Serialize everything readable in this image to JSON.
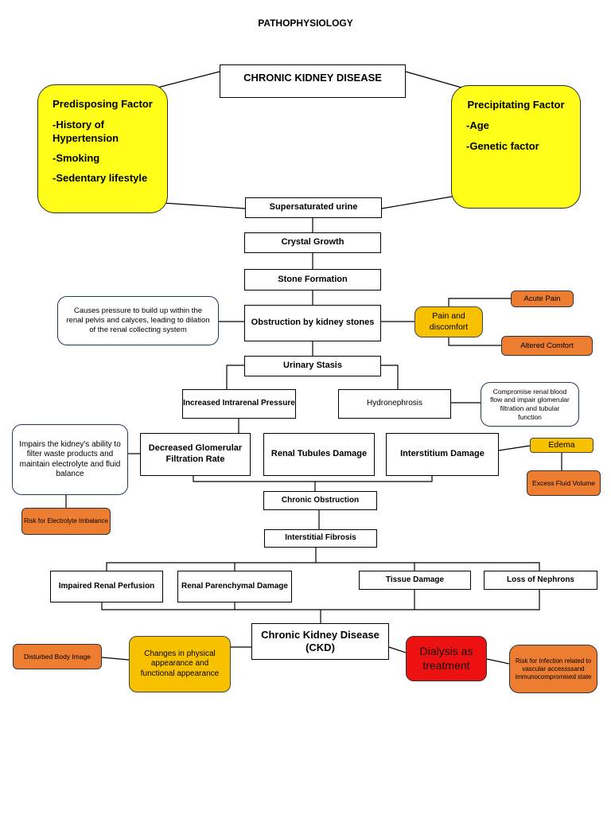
{
  "title": "PATHOPHYSIOLOGY",
  "ckd_top": "CHRONIC KIDNEY DISEASE",
  "predisposing": {
    "heading": "Predisposing Factor",
    "items": [
      "-History of Hypertension",
      "-Smoking",
      "-Sedentary lifestyle"
    ]
  },
  "precipitating": {
    "heading": "Precipitating Factor",
    "items": [
      "-Age",
      "-Genetic factor"
    ]
  },
  "chain": {
    "supersaturated": "Supersaturated urine",
    "crystal": "Crystal Growth",
    "stone": "Stone Formation",
    "obstruction": "Obstruction by kidney stones",
    "stasis": "Urinary Stasis"
  },
  "notes": {
    "pressure": "Causes pressure to build up within the renal pelvis and calyces, leading to dilation of the renal collecting system",
    "renal_blood": "Compromise renal blood flow and impair glomerular filtration and tubular function",
    "gfr": "Impairs the kidney's ability to filter waste products and maintain electrolyte and fluid balance"
  },
  "pain": "Pain and discomfort",
  "acute_pain": "Acute Pain",
  "altered_comfort": "Altered Comfort",
  "increased_pressure": "Increased Intrarenal Pressure",
  "hydronephrosis": "Hydronephrosis",
  "gfr_box": "Decreased Glomerular Filtration Rate",
  "tubules": "Renal Tubules Damage",
  "interstitium": "Interstitium Damage",
  "edema": "Edema",
  "excess_fluid": "Excess Fluid Volume",
  "risk_electrolyte": "Risk for Electrolyte Imbalance",
  "chronic_obstruction": "Chronic Obstruction",
  "interstitial_fibrosis": "Interstitial Fibrosis",
  "impaired_perfusion": "Impaired Renal Perfusion",
  "parenchymal": "Renal Parenchymal Damage",
  "tissue_damage": "Tissue Damage",
  "loss_nephrons": "Loss of Nephrons",
  "ckd_bottom": "Chronic Kidney Disease (CKD)",
  "changes": "Changes in physical appearance and functional appearance",
  "body_image": "Disturbed Body Image",
  "dialysis": "Dialysis as treatment",
  "risk_infection": "Risk for Infection related to vascular accessssand immunocompromised state",
  "colors": {
    "yellow": "#ffff1a",
    "amber": "#f8c100",
    "orange": "#ed7d31",
    "red": "#ee1111"
  }
}
